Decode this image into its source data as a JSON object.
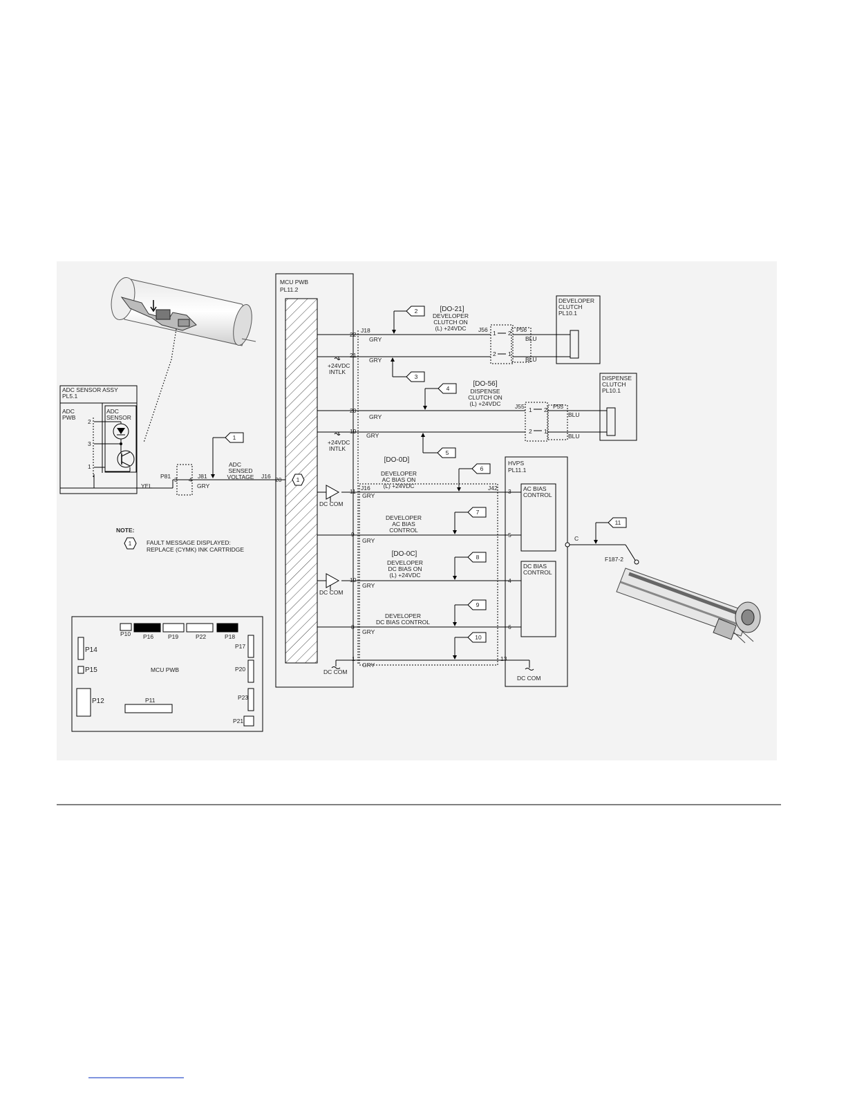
{
  "mcu": {
    "title": "MCU PWB",
    "ref": "PL11.2",
    "conn_top": "J18",
    "conn_bottom": "J16",
    "conn_left": "J16"
  },
  "adc_assy": {
    "title": "ADC SENSOR ASSY",
    "ref": "PL5.1",
    "pwb": [
      "ADC",
      "PWB"
    ],
    "sensor": [
      "ADC",
      "SENSOR"
    ],
    "pins": [
      "2",
      "3",
      "1"
    ],
    "plug": "P81",
    "jack": "J81",
    "pin_a": "3",
    "pin_b": "4",
    "wire_yel": "YEL",
    "wire_gry": "GRY",
    "signal": [
      "ADC",
      "SENSED",
      "VOLTAGE"
    ],
    "mcu_pin": "20"
  },
  "dev_clutch": {
    "title": [
      "DEVELOPER",
      "CLUTCH"
    ],
    "ref": "PL10.1",
    "signal": "[DO-21]",
    "desc": [
      "DEVELOPER",
      "CLUTCH ON",
      "(L) +24VDC"
    ],
    "jack": "J56",
    "plug": "P56",
    "pins": [
      "1",
      "2",
      "2",
      "1"
    ],
    "wire": "BLU",
    "mcu_pins": [
      "22",
      "21"
    ]
  },
  "disp_clutch": {
    "title": [
      "DISPENSE",
      "CLUTCH"
    ],
    "ref": "PL10.1",
    "signal": "[DO-56]",
    "desc": [
      "DISPENSE",
      "CLUTCH ON",
      "(L) +24VDC"
    ],
    "jack": "J55",
    "plug": "P55",
    "pins": [
      "1",
      "2",
      "2",
      "1"
    ],
    "wire": "BLU",
    "mcu_pins": [
      "20",
      "19"
    ]
  },
  "intlk": [
    "+24VDC",
    "INTLK"
  ],
  "gry": "GRY",
  "dc_com": "DC COM",
  "hvps": {
    "title": "HVPS",
    "ref": "PL11.1",
    "jack": "J42",
    "ac_box": [
      "AC BIAS",
      "CONTROL"
    ],
    "dc_box": [
      "DC BIAS",
      "CONTROL"
    ],
    "pins": [
      "3",
      "5",
      "4",
      "6",
      "13"
    ],
    "out_label": "C",
    "fuse": "F187-2"
  },
  "bias_signals": {
    "ac_on": {
      "signal": "[DO-0D]",
      "desc": [
        "DEVELOPER",
        "AC BIAS ON",
        "(L) +24VDC"
      ],
      "mcu_pin": "11"
    },
    "ac_ctrl": {
      "desc": [
        "DEVELOPER",
        "AC BIAS",
        "CONTROL"
      ],
      "mcu_pin": "9"
    },
    "dc_on": {
      "signal": "[DO-0C]",
      "desc": [
        "DEVELOPER",
        "DC BIAS ON",
        "(L) +24VDC"
      ],
      "mcu_pin": "10"
    },
    "dc_ctrl": {
      "desc": [
        "DEVELOPER",
        "DC BIAS CONTROL"
      ],
      "mcu_pin": "8"
    },
    "gnd": {
      "mcu_pin": "1"
    }
  },
  "callouts": [
    "1",
    "2",
    "3",
    "4",
    "5",
    "6",
    "7",
    "8",
    "9",
    "10",
    "11"
  ],
  "note": {
    "title": "NOTE:",
    "marker": "1",
    "text": [
      "FAULT MESSAGE DISPLAYED:",
      "REPLACE (CYMK) INK CARTRIDGE"
    ]
  },
  "board": {
    "title": "MCU PWB",
    "connectors": [
      "P10",
      "P16",
      "P19",
      "P22",
      "P18",
      "P14",
      "P15",
      "P12",
      "P11",
      "P17",
      "P20",
      "P23",
      "P21"
    ]
  }
}
